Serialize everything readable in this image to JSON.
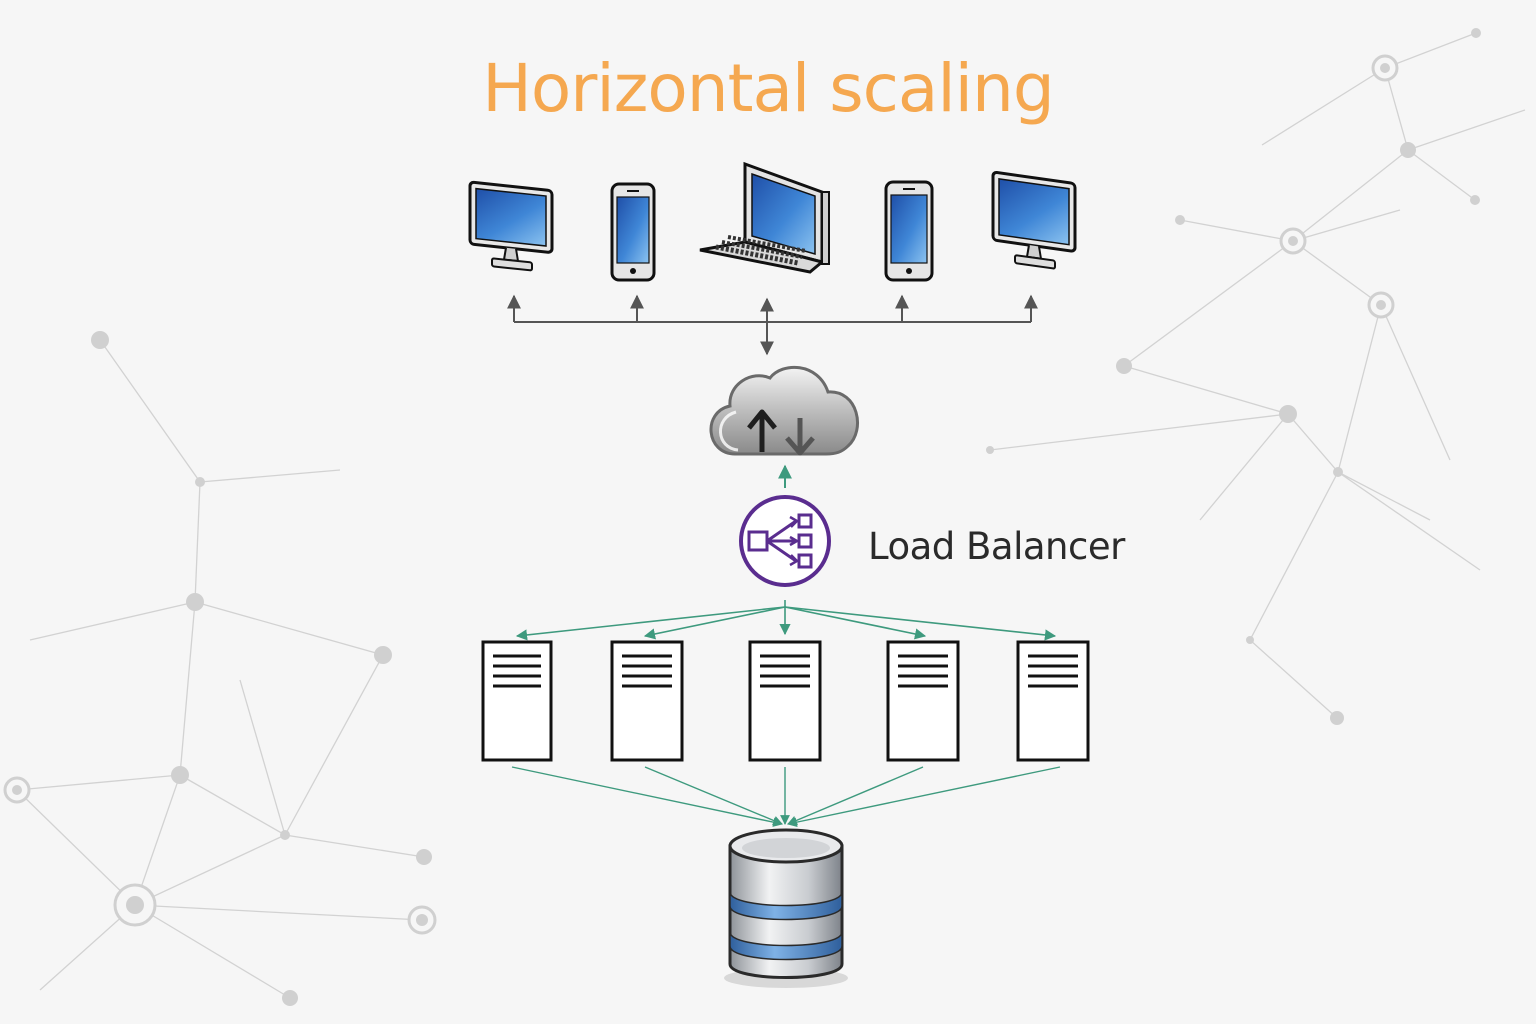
{
  "title": "Horizontal scaling",
  "load_balancer_label": "Load Balancer",
  "colors": {
    "title": "#f5a850",
    "background": "#f6f6f6",
    "client_links": "#555555",
    "server_links": "#3e9a7e",
    "load_balancer": "#5a2d8f",
    "screen": "#3f86d6",
    "network_pattern": "#c9c9c9",
    "database_band": "#4a86c8"
  },
  "clients": [
    {
      "kind": "desktop-monitor",
      "icon": "monitor-icon"
    },
    {
      "kind": "smartphone",
      "icon": "smartphone-icon"
    },
    {
      "kind": "laptop",
      "icon": "laptop-icon"
    },
    {
      "kind": "smartphone",
      "icon": "smartphone-icon"
    },
    {
      "kind": "desktop-monitor",
      "icon": "monitor-icon"
    }
  ],
  "cloud": {
    "icon": "cloud-upload-download-icon"
  },
  "load_balancer": {
    "icon": "load-balancer-icon"
  },
  "servers": [
    {
      "icon": "server-icon"
    },
    {
      "icon": "server-icon"
    },
    {
      "icon": "server-icon"
    },
    {
      "icon": "server-icon"
    },
    {
      "icon": "server-icon"
    }
  ],
  "database": {
    "icon": "database-icon"
  }
}
